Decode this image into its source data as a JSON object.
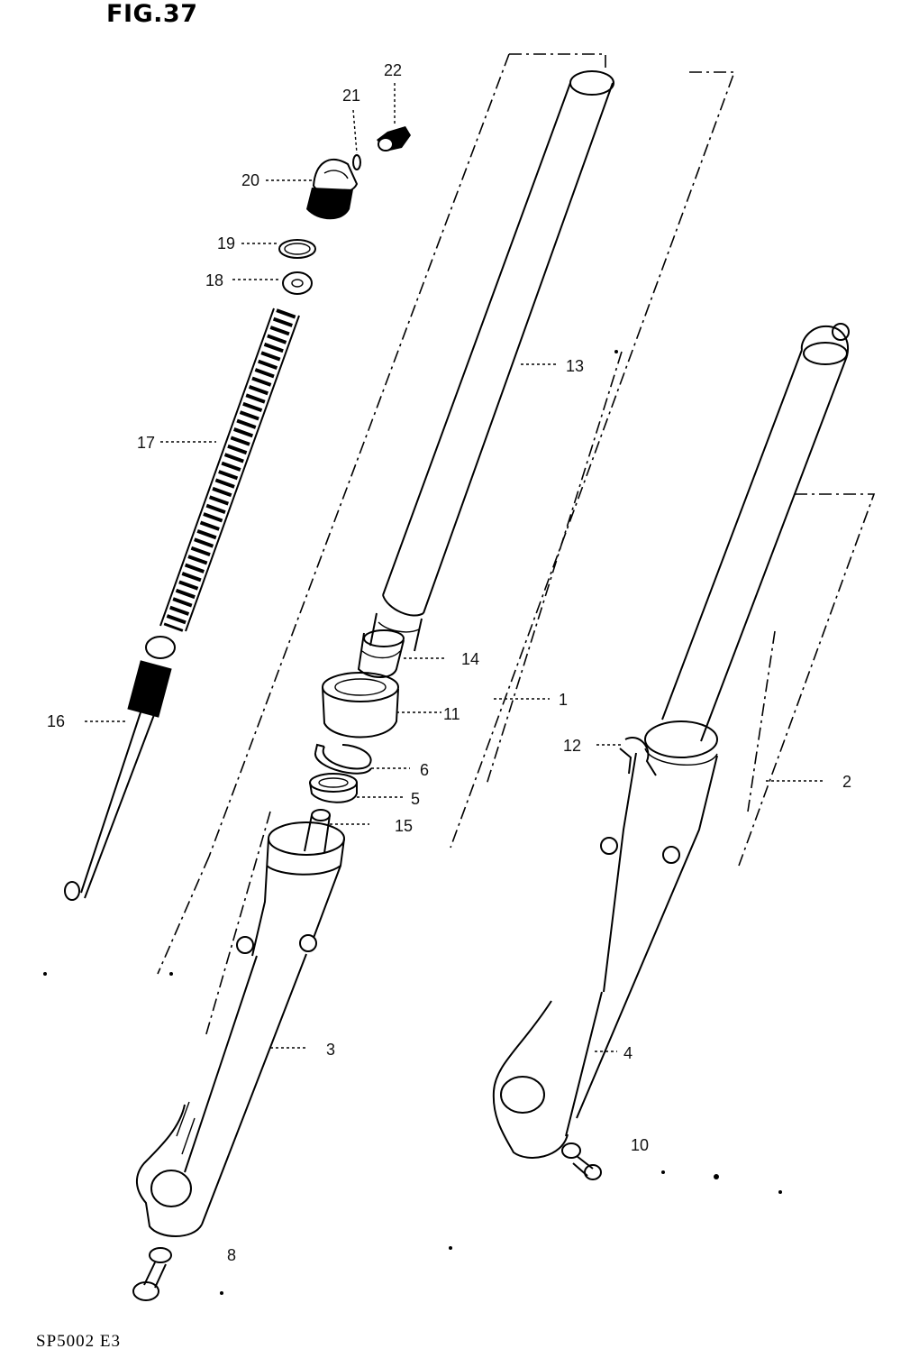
{
  "figure": {
    "title": "FIG.37",
    "code": "SP5002 E3"
  },
  "labels": {
    "p1": "1",
    "p2": "2",
    "p3": "3",
    "p4": "4",
    "p5": "5",
    "p6": "6",
    "p8": "8",
    "p10": "10",
    "p11": "11",
    "p12": "12",
    "p13": "13",
    "p14": "14",
    "p15": "15",
    "p16": "16",
    "p17": "17",
    "p18": "18",
    "p19": "19",
    "p20": "20",
    "p21": "21",
    "p22": "22"
  }
}
